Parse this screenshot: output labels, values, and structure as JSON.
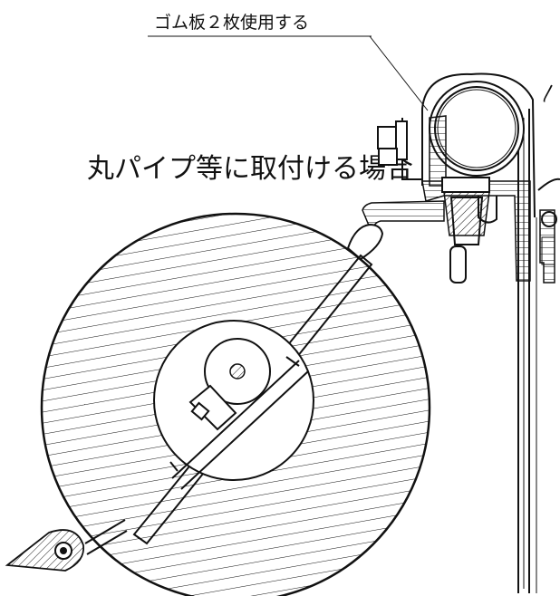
{
  "callout": {
    "label": "ゴム板２枚使用する"
  },
  "title": {
    "text": "丸パイプ等に取付ける場合"
  },
  "edge_mark": {
    "text": "〳"
  },
  "colors": {
    "ink": "#111111",
    "background": "#ffffff"
  }
}
